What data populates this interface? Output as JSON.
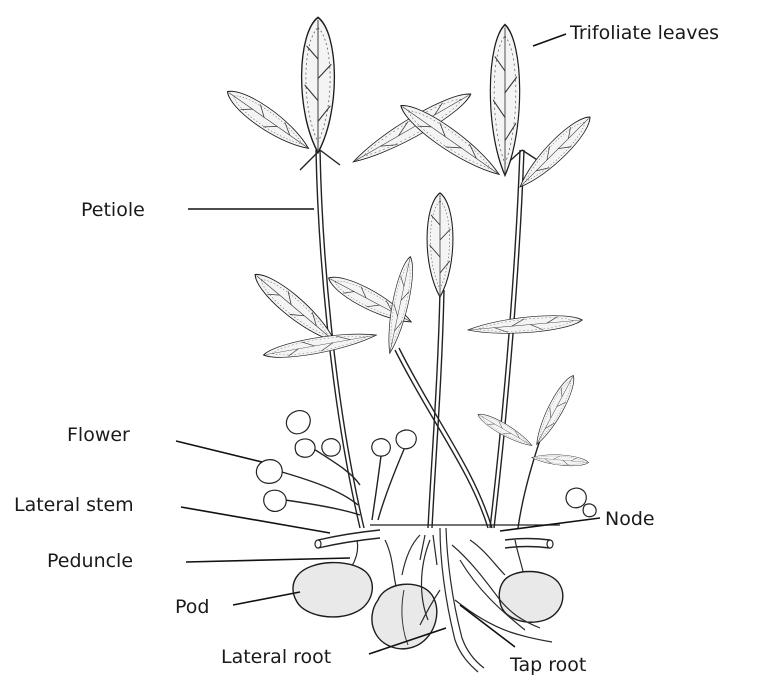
{
  "labels": {
    "trifoliate_leaves": "Trifoliate leaves",
    "petiole": "Petiole",
    "flower": "Flower",
    "lateral_stem": "Lateral stem",
    "node": "Node",
    "peduncle": "Peduncle",
    "pod": "Pod",
    "lateral_root": "Lateral root",
    "tap_root": "Tap root"
  }
}
